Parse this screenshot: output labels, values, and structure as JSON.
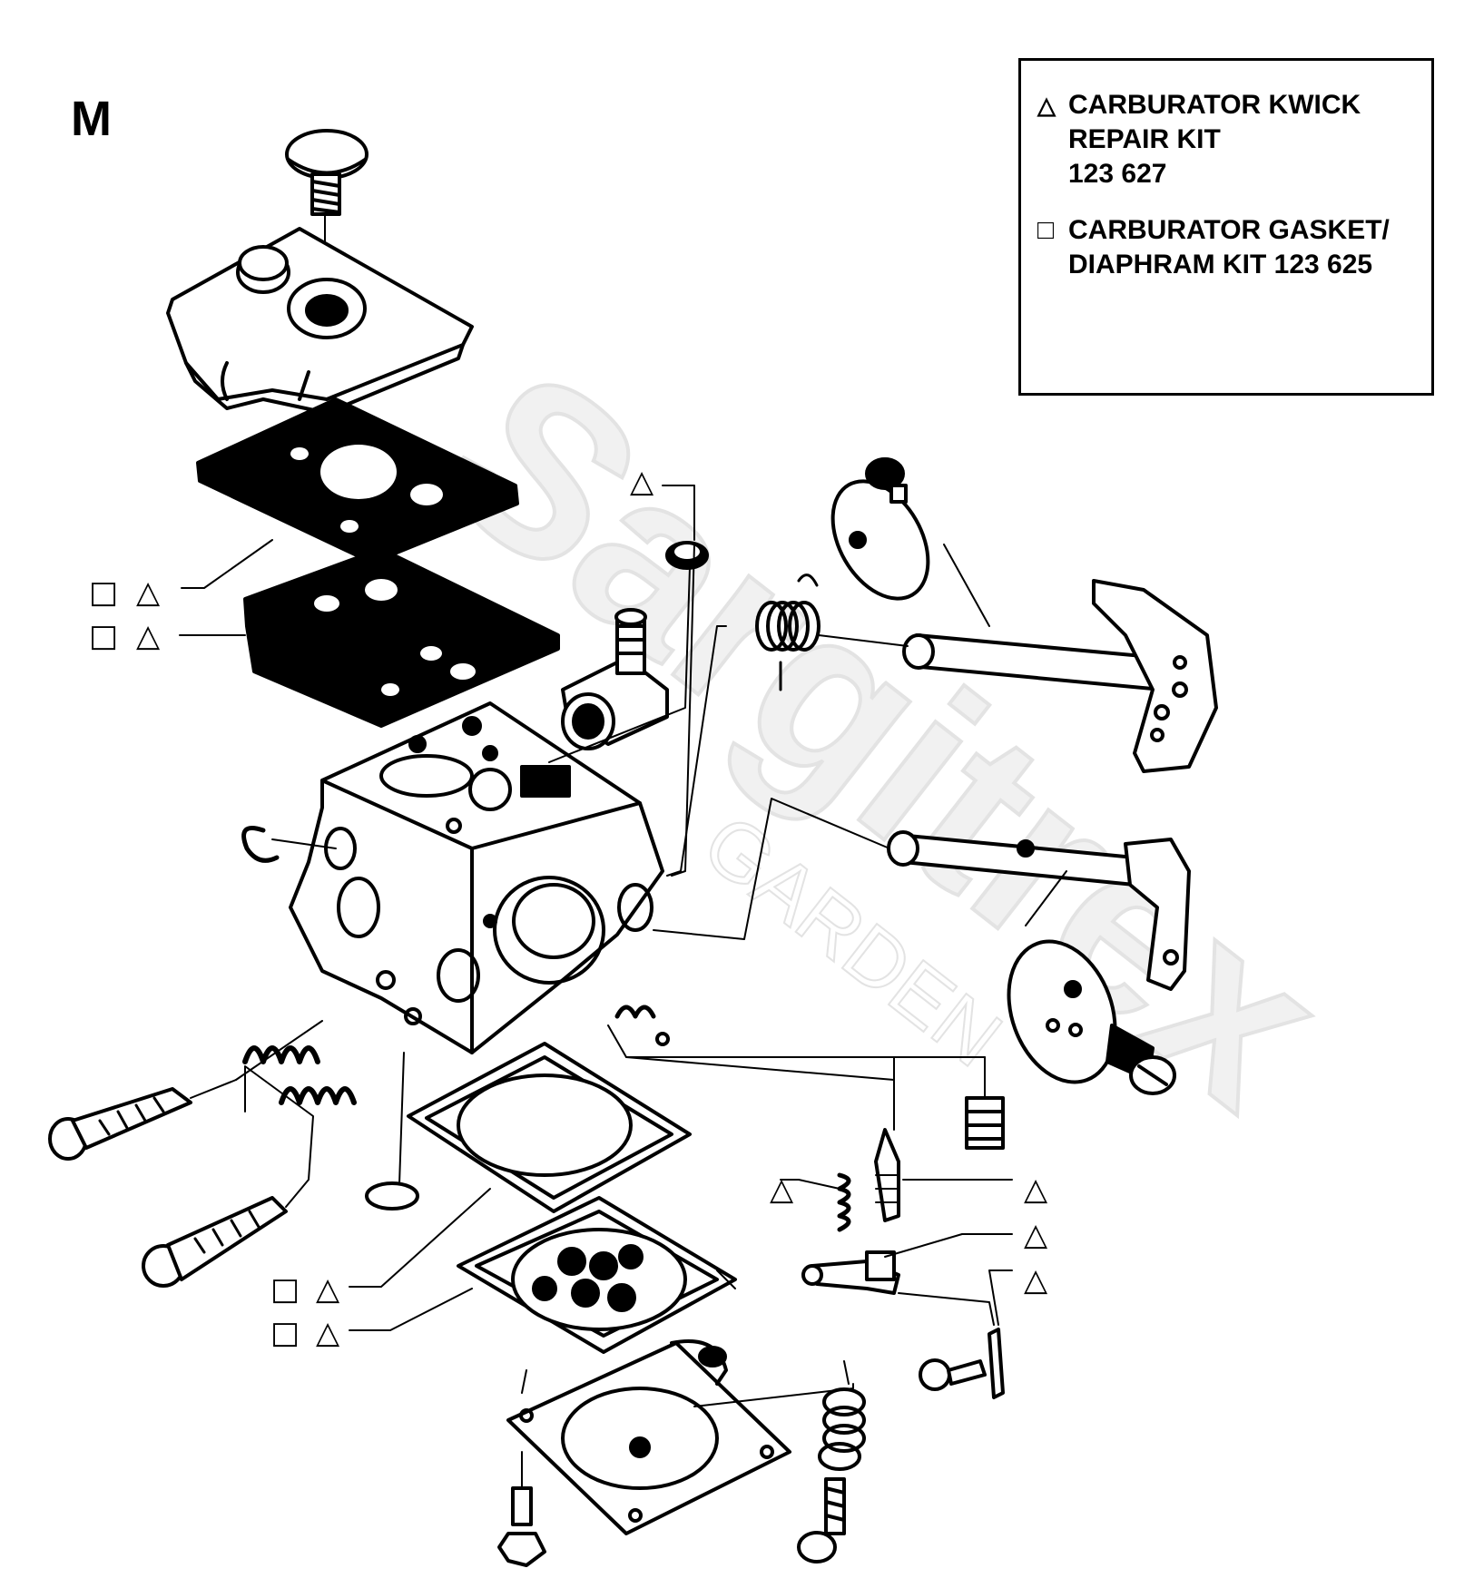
{
  "page_label": "M",
  "legend": {
    "kwick": {
      "symbol": "△",
      "lines": [
        "CARBURATOR KWICK",
        "REPAIR KIT",
        "123 627"
      ]
    },
    "gasket": {
      "symbol": "□",
      "lines": [
        "CARBURATOR GASKET/",
        "DIAPHRAM KIT 123 625"
      ]
    }
  },
  "marker_symbols": {
    "triangle": "△",
    "square": "□"
  },
  "watermark": {
    "brand": "Sargitrex",
    "sub": "GARDEN"
  },
  "colors": {
    "line": "#000000",
    "background": "#ffffff",
    "watermark": "#d9d9d9"
  }
}
